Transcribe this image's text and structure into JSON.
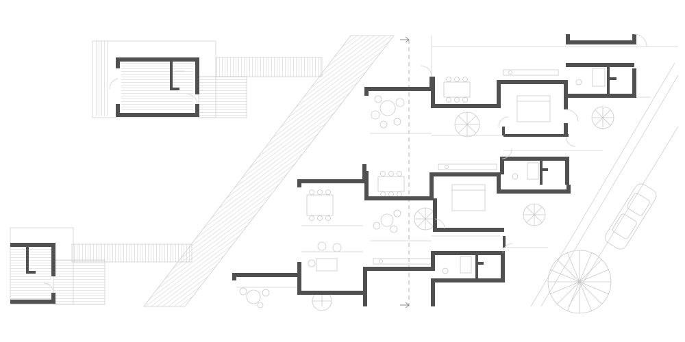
{
  "colors": {
    "wall": "#505050",
    "background": "#ffffff",
    "light_line": "#cfcfcf",
    "section_line": "#a8a8a8"
  },
  "drawing": {
    "type": "architectural floor plan",
    "elements": [
      "pavilion-units",
      "boardwalks",
      "diagonal-ramp",
      "stepped-terrace-houses",
      "trees",
      "parked-car",
      "section-cut-line"
    ]
  }
}
